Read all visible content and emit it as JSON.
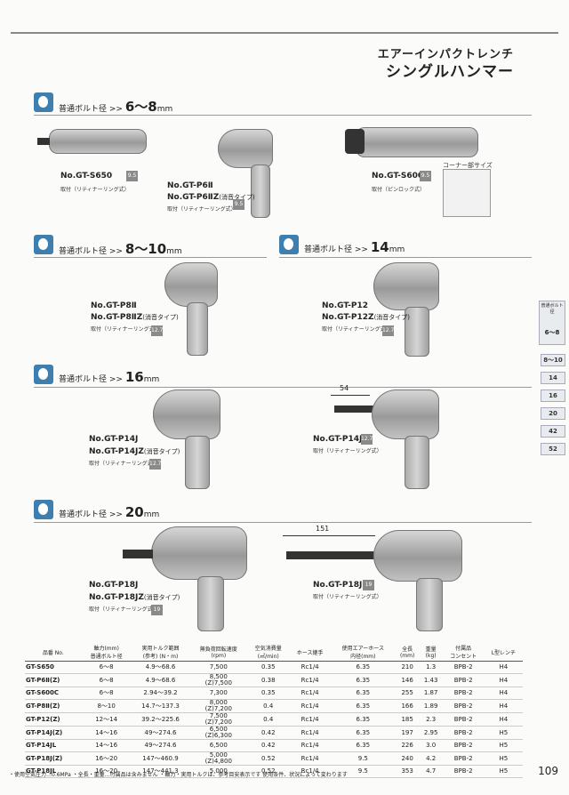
{
  "header": {
    "title1": "エアーインパクトレンチ",
    "title2": "シングルハンマー"
  },
  "sections": [
    {
      "prefix": "普通ボルト径 >>",
      "size": "6～8",
      "unit": "mm"
    },
    {
      "prefix": "普通ボルト径 >>",
      "size": "8～10",
      "unit": "mm"
    },
    {
      "prefix": "普通ボルト径 >>",
      "size": "14",
      "unit": "mm"
    },
    {
      "prefix": "普通ボルト径 >>",
      "size": "16",
      "unit": "mm"
    },
    {
      "prefix": "普通ボルト径 >>",
      "size": "20",
      "unit": "mm"
    }
  ],
  "products": {
    "s650": {
      "model": "No.GT-S650",
      "note": "取付（リティナーリング式）",
      "badge": "9.5"
    },
    "p6": {
      "model1": "No.GT-P6Ⅱ",
      "model2": "No.GT-P6ⅡZ",
      "model2_note": "(消音タイプ)",
      "note": "取付（リティナーリング式）",
      "badge": "9.5"
    },
    "s600c": {
      "model": "No.GT-S600C",
      "note": "取付（ピンロック式）",
      "badge": "9.5",
      "corner": "コーナー部サイズ"
    },
    "p8": {
      "model1": "No.GT-P8Ⅱ",
      "model2": "No.GT-P8ⅡZ",
      "model2_note": "(消音タイプ)",
      "note": "取付（リティナーリング式）",
      "badge": "12.7"
    },
    "p12": {
      "model1": "No.GT-P12",
      "model2": "No.GT-P12Z",
      "model2_note": "(消音タイプ)",
      "note": "取付（リティナーリング式）",
      "badge": "12.7"
    },
    "p14j": {
      "model1": "No.GT-P14J",
      "model2": "No.GT-P14JZ",
      "model2_note": "(消音タイプ)",
      "note": "取付（リティナーリング式）",
      "badge": "12.7"
    },
    "p14jl": {
      "model": "No.GT-P14JL",
      "note": "取付（リティナーリング式）",
      "badge": "12.7",
      "dim": "54"
    },
    "p18j": {
      "model1": "No.GT-P18J",
      "model2": "No.GT-P18JZ",
      "model2_note": "(消音タイプ)",
      "note": "取付（リティナーリング式）",
      "badge": "19"
    },
    "p18jl": {
      "model": "No.GT-P18JL",
      "note": "取付（リティナーリング式）",
      "badge": "19",
      "dim": "151"
    }
  },
  "sidebar": {
    "label": "普通ボルト径",
    "tabs": [
      "6～8",
      "8～10",
      "14",
      "16",
      "20",
      "42",
      "52"
    ]
  },
  "table": {
    "headers": [
      "品番 No.",
      "軸力(mm)\n普通ボルト径",
      "実用トルク範囲\n(参考) (N・m)",
      "無負荷回転速度\n(rpm)",
      "空気消費量\n(㎥/min)",
      "ホース継手",
      "使用エアーホース\n内径(mm)",
      "全長\n(mm)",
      "重量\n(kg)",
      "付属品\nコンセント",
      "L型レンチ"
    ],
    "rows": [
      [
        "GT-S650",
        "6～8",
        "4.9～68.6",
        "7,500",
        "0.35",
        "Rc1/4",
        "6.35",
        "210",
        "1.3",
        "BPB-2",
        "H4"
      ],
      [
        "GT-P6Ⅱ(Z)",
        "6～8",
        "4.9～68.6",
        "8,500\n(Z)7,500",
        "0.38",
        "Rc1/4",
        "6.35",
        "146",
        "1.43",
        "BPB-2",
        "H4"
      ],
      [
        "GT-S600C",
        "6～8",
        "2.94～39.2",
        "7,300",
        "0.35",
        "Rc1/4",
        "6.35",
        "255",
        "1.87",
        "BPB-2",
        "H4"
      ],
      [
        "GT-P8Ⅱ(Z)",
        "8～10",
        "14.7～137.3",
        "8,000\n(Z)7,200",
        "0.4",
        "Rc1/4",
        "6.35",
        "166",
        "1.89",
        "BPB-2",
        "H4"
      ],
      [
        "GT-P12(Z)",
        "12～14",
        "39.2～225.6",
        "7,500\n(Z)7,200",
        "0.4",
        "Rc1/4",
        "6.35",
        "185",
        "2.3",
        "BPB-2",
        "H4"
      ],
      [
        "GT-P14J(Z)",
        "14～16",
        "49～274.6",
        "6,500\n(Z)6,300",
        "0.42",
        "Rc1/4",
        "6.35",
        "197",
        "2.95",
        "BPB-2",
        "H5"
      ],
      [
        "GT-P14JL",
        "14～16",
        "49～274.6",
        "6,500",
        "0.42",
        "Rc1/4",
        "6.35",
        "226",
        "3.0",
        "BPB-2",
        "H5"
      ],
      [
        "GT-P18J(Z)",
        "16～20",
        "147～460.9",
        "5,000\n(Z)4,800",
        "0.52",
        "Rc1/4",
        "9.5",
        "240",
        "4.2",
        "BPB-2",
        "H5"
      ],
      [
        "GT-P18JL",
        "16～20",
        "147～441.3",
        "5,000",
        "0.52",
        "Rc1/4",
        "9.5",
        "353",
        "4.7",
        "BPB-2",
        "H5"
      ]
    ]
  },
  "footer": "・使用空気圧力…0.6MPa ・全長・重量…付属品は含みません ・軸力・実用トルクは、参考目安表示です 使用条件、状況によって変わります",
  "page_number": "109"
}
